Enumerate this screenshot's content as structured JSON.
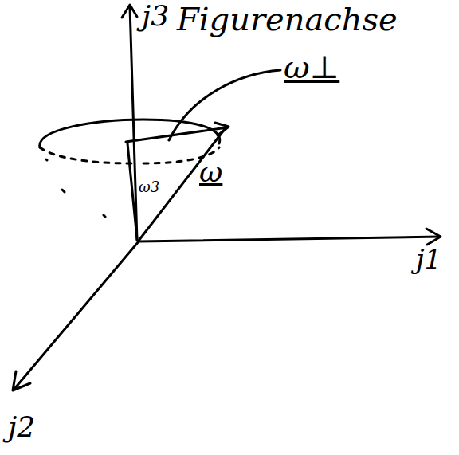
{
  "diagram": {
    "labels": [
      "j3",
      "Figurenachse",
      "ω⊥",
      "ω",
      "ω3",
      "j1",
      "j2"
    ]
  }
}
